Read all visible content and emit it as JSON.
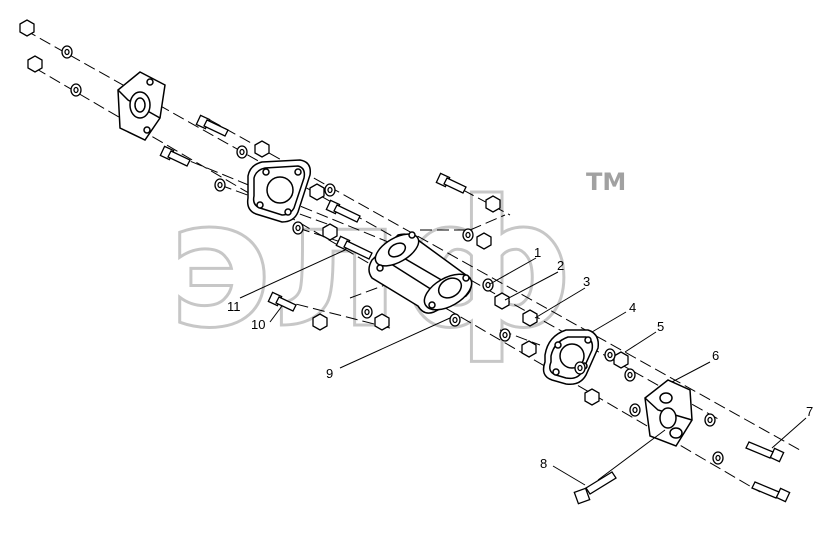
{
  "watermark": {
    "text": "элф",
    "tm": "TM"
  },
  "callouts": [
    "1",
    "2",
    "3",
    "4",
    "5",
    "6",
    "7",
    "8",
    "9",
    "10",
    "11"
  ],
  "colors": {
    "ink": "#000000",
    "watermark": "#b3b3b3",
    "paper": "#ffffff"
  }
}
